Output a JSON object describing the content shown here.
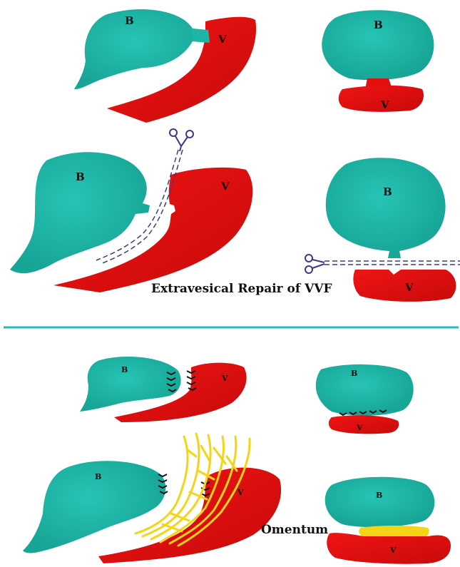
{
  "labels": {
    "bladder": "B",
    "vagina": "V"
  },
  "captions": {
    "top": "Extravesical Repair of VVF",
    "omentum": "Omentum"
  },
  "colors": {
    "bladder": "#1fb5a6",
    "vagina": "#e40f0f",
    "omentum": "#f4d417",
    "divider": "#29b6c6",
    "scissors": "#3b3a8a"
  }
}
